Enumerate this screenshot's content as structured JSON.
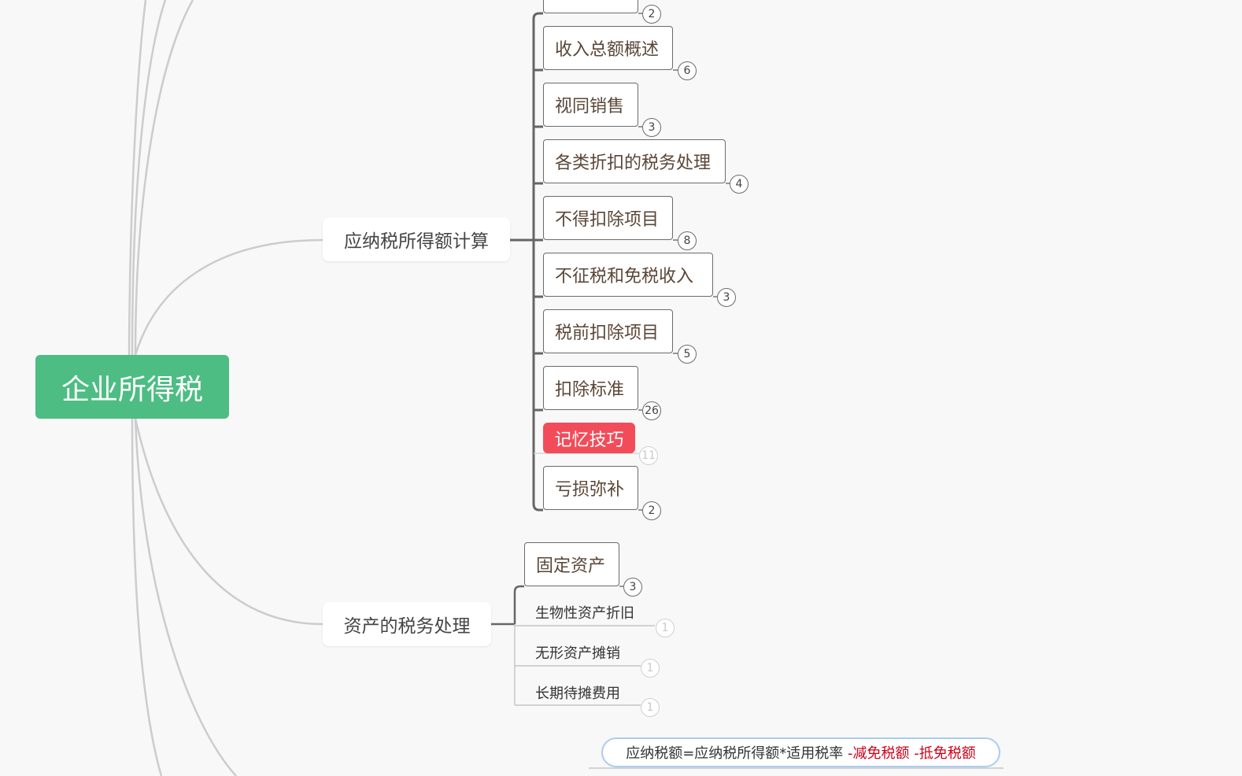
{
  "root": {
    "label": "企业所得税",
    "color": "#4dbd83"
  },
  "branches": {
    "taxable_income": {
      "label": "应纳税所得额计算",
      "children": [
        {
          "label": "",
          "count": "2"
        },
        {
          "label": "收入总额概述",
          "count": "6"
        },
        {
          "label": "视同销售",
          "count": "3"
        },
        {
          "label": "各类折扣的税务处理",
          "count": "4"
        },
        {
          "label": "不得扣除项目",
          "count": "8"
        },
        {
          "label": "不征税和免税收入",
          "count": "3"
        },
        {
          "label": "税前扣除项目",
          "count": "5"
        },
        {
          "label": "扣除标准",
          "count": "26"
        },
        {
          "label": "记忆技巧",
          "count": "11",
          "highlight": "#f24c5a"
        },
        {
          "label": "亏损弥补",
          "count": "2"
        }
      ]
    },
    "assets": {
      "label": "资产的税务处理",
      "children": [
        {
          "label": "固定资产",
          "count": "3"
        },
        {
          "label": "生物性资产折旧",
          "count": "1"
        },
        {
          "label": "无形资产摊销",
          "count": "1"
        },
        {
          "label": "长期待摊费用",
          "count": "1"
        }
      ]
    }
  },
  "formula": {
    "main": "应纳税额=应纳税所得额*适用税率",
    "part1": "-减免税额",
    "part2": "-抵免税额"
  }
}
